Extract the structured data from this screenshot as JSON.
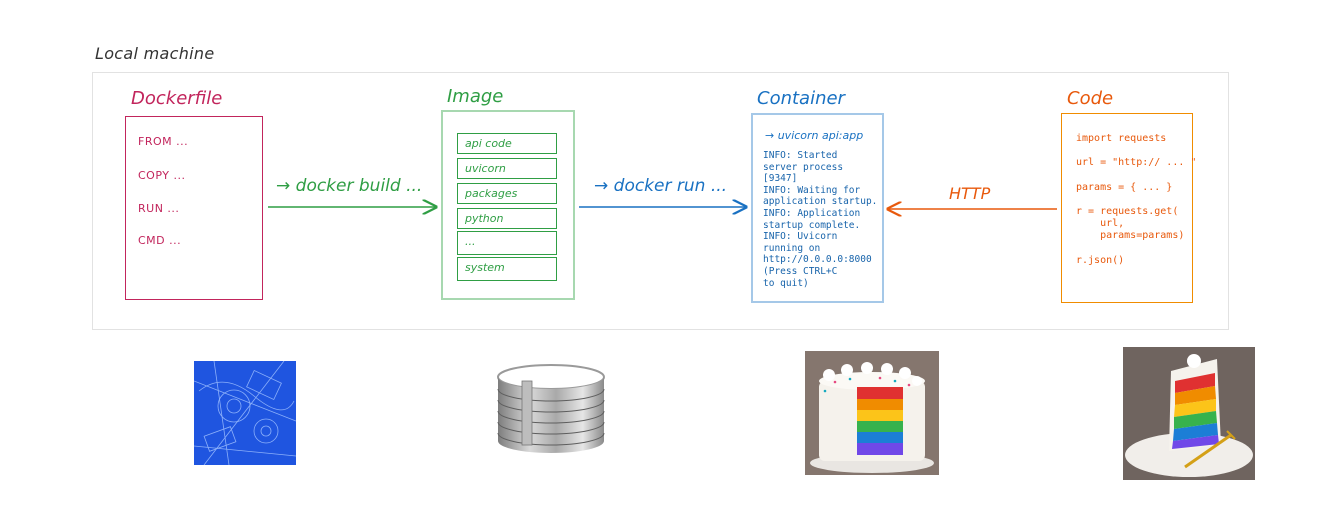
{
  "machine_label": "Local machine",
  "dockerfile": {
    "title": "Dockerfile",
    "lines": [
      "FROM ...",
      "COPY ...",
      "RUN ...",
      "CMD ..."
    ],
    "color": "#c2255c"
  },
  "image": {
    "title": "Image",
    "layers": [
      "api code",
      "uvicorn",
      "packages",
      "python",
      "...",
      "system"
    ],
    "color": "#2f9e44"
  },
  "container": {
    "title": "Container",
    "command": "→ uvicorn api:app",
    "log": "INFO: Started\nserver process\n[9347]\nINFO: Waiting for\napplication startup.\nINFO: Application\nstartup complete.\nINFO: Uvicorn\nrunning on\nhttp://0.0.0.0:8000\n(Press CTRL+C\nto quit)",
    "color": "#1971c2"
  },
  "code": {
    "title": "Code",
    "lines": [
      "import requests",
      "url = \"http:// ... \"",
      "params = { ... }",
      "r = requests.get(\n    url,\n    params=params)",
      "r.json()"
    ],
    "color": "#e8590c"
  },
  "arrows": {
    "build": "→ docker build ...",
    "run": "→ docker run ...",
    "http": "HTTP"
  },
  "photos": {
    "blueprint": "blueprint-image",
    "ring": "cake-ring-mold-image",
    "cake": "rainbow-cake-image",
    "slice": "rainbow-cake-slice-image"
  }
}
